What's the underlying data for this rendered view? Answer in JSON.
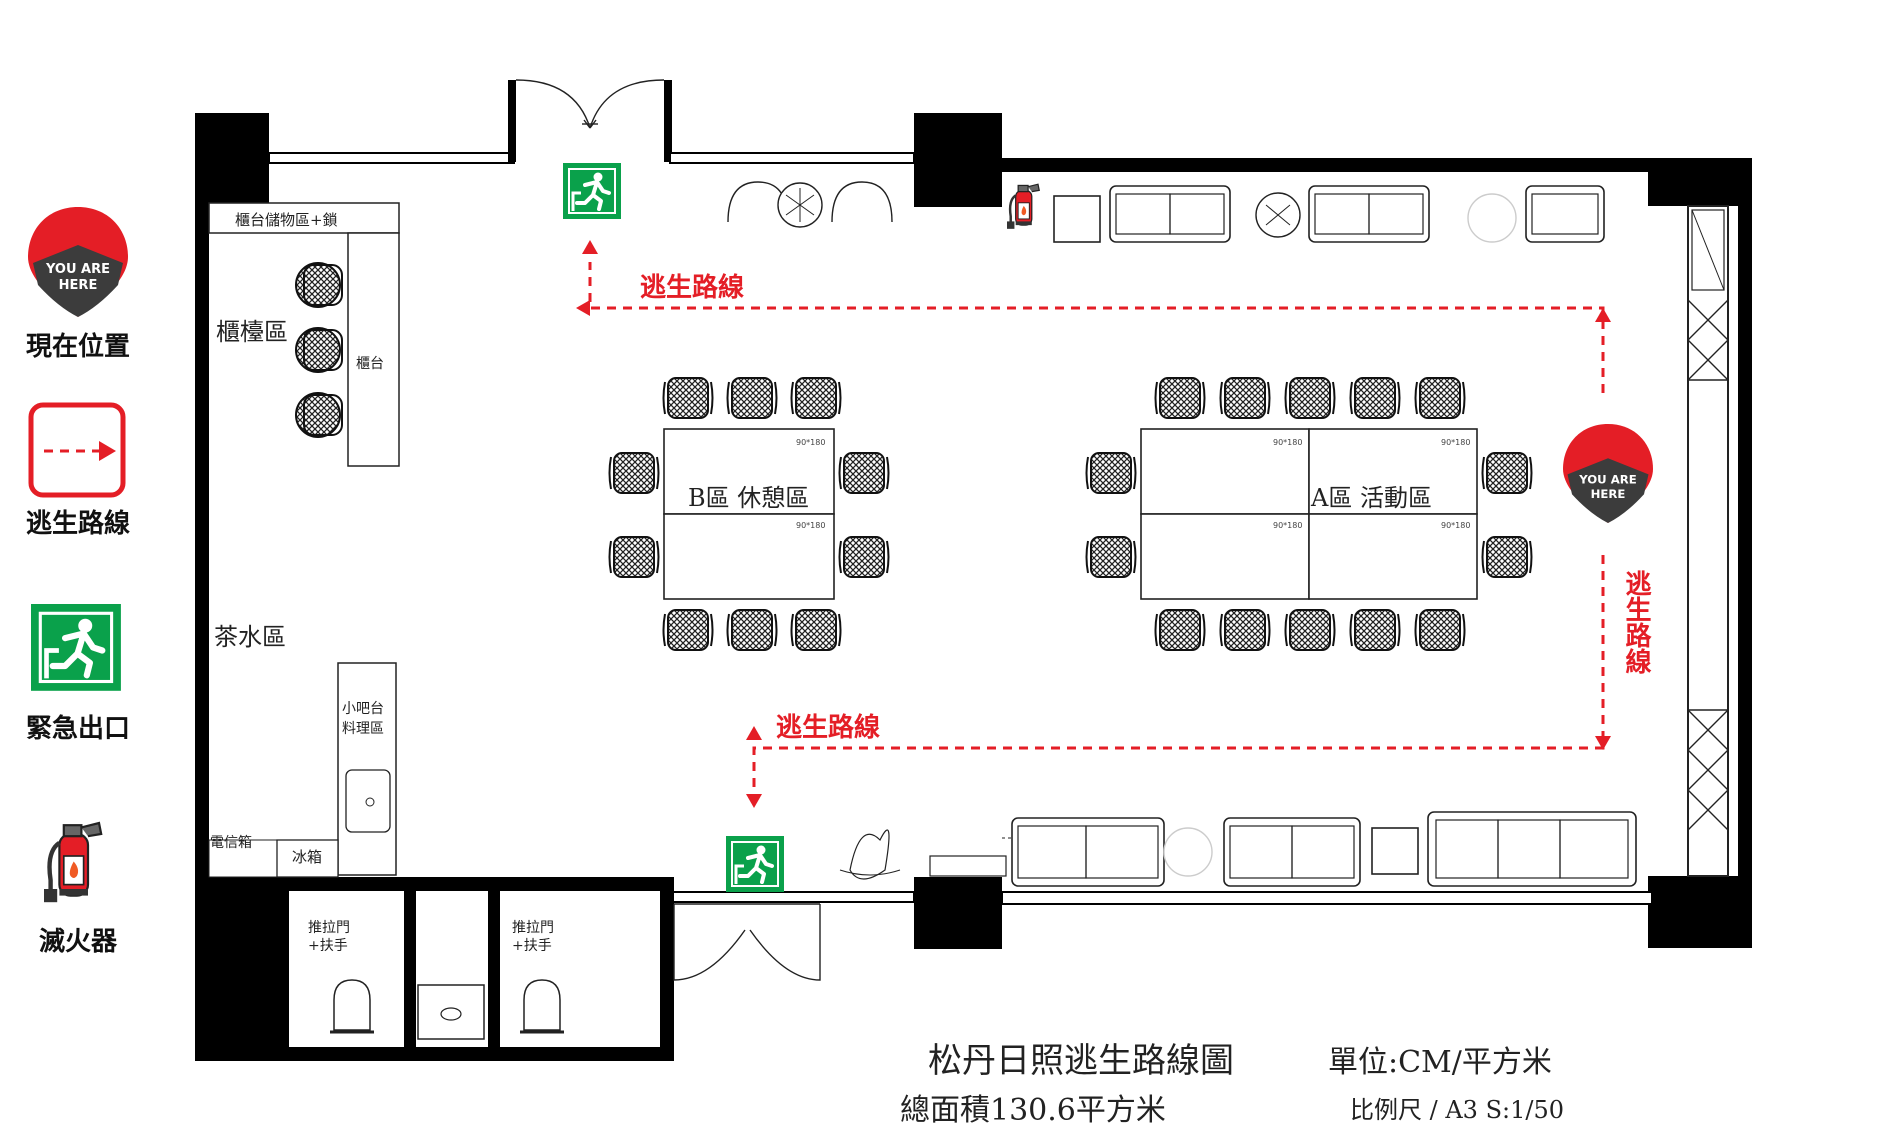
{
  "legend": {
    "you_are_here": "現在位置",
    "escape_route": "逃生路線",
    "emergency_exit": "緊急出口",
    "extinguisher": "滅火器"
  },
  "marker": {
    "line1": "YOU ARE",
    "line2": "HERE"
  },
  "route_labels": {
    "top": "逃生路線",
    "right": "逃生路線",
    "bottom": "逃生路線"
  },
  "rooms": {
    "counter_storage": "櫃台儲物區+鎖",
    "counter_area": "櫃檯區",
    "counter": "櫃台",
    "tea_area": "茶水區",
    "mini_bar": "小吧台",
    "prep_area": "料理區",
    "electric_box": "電信箱",
    "fridge": "冰箱",
    "sliding_door_left_1": "推拉門",
    "sliding_door_left_2": "+扶手",
    "sliding_door_right_1": "推拉門",
    "sliding_door_right_2": "+扶手",
    "zone_b": "B區 休憩區",
    "zone_a": "A區 活動區"
  },
  "table_sizes": {
    "b_top": "90*180",
    "b_bottom": "90*180",
    "a_top_left": "90*180",
    "a_top_right": "90*180",
    "a_bottom_left": "90*180",
    "a_bottom_right": "90*180"
  },
  "title": {
    "main": "松丹日照逃生路線圖",
    "unit": "單位:CM/平方米",
    "area": "總面積130.6平方米",
    "scale": "比例尺 / A3 S:1/50"
  },
  "colors": {
    "route_red": "#e41e26",
    "exit_green": "#0aa14b",
    "marker_red": "#e41e26",
    "marker_dark": "#3c3c3c",
    "wall": "#000000"
  },
  "icons": {
    "you_are_here": "location-pin-icon",
    "escape_route": "dashed-arrow-icon",
    "emergency_exit": "running-man-exit-icon",
    "extinguisher": "fire-extinguisher-icon"
  }
}
